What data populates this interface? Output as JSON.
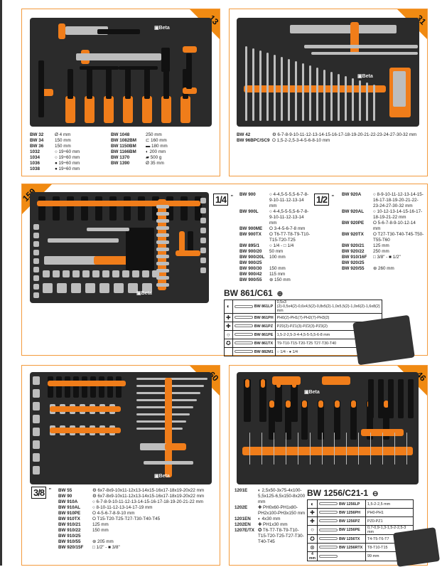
{
  "panels": [
    {
      "badge": "13",
      "specs_left": [
        [
          "BW 32",
          "Ø 4 mm"
        ],
        [
          "BW 34",
          "150 mm"
        ],
        [
          "BW 36",
          "150 mm"
        ],
        [
          "1032",
          "○ 19÷60 mm"
        ],
        [
          "1034",
          "○ 19÷60 mm"
        ],
        [
          "1036",
          "● 19÷60 mm"
        ],
        [
          "1038",
          "● 19÷60 mm"
        ]
      ],
      "specs_right": [
        [
          "BW 1048",
          "250 mm"
        ],
        [
          "BW 1082BM",
          "⊏ 160 mm"
        ],
        [
          "BW 1150BM",
          "▬ 180 mm"
        ],
        [
          "BW 1166BM",
          "◐ 200 mm"
        ],
        [
          "BW 1370",
          "▰ 500 g"
        ],
        [
          "BW 1390",
          "Ø 35 mm"
        ]
      ],
      "logo": "Beta"
    },
    {
      "badge": "31",
      "specs": [
        [
          "BW 42",
          "⚙ 6-7-8-9-10-11-12-13-14-15-16-17-18-19-20-21-22-23-24-27-30-32 mm"
        ],
        [
          "BW 96BPC/SC9",
          "O 1,5-2-2,5-3-4-5-6-8-10 mm"
        ]
      ],
      "logo": "Beta"
    },
    {
      "badge": "159",
      "logo": "Beta",
      "drive_a": "1/4",
      "drive_a_unit": "\"",
      "specs_a": [
        [
          "BW 900",
          "○ 4-4,5-5-5,5-6-7-8-9-10-11-12-13-14 mm"
        ],
        [
          "BW 900L",
          "○ 4-4,5-5-5,5-6-7-8-9-10-11-12-13-14 mm"
        ],
        [
          "BW 900ME",
          "O 3-4-5-6-7-8 mm"
        ],
        [
          "BW 900TX",
          "O T6-T7-T8-T9-T10-T15-T20-T25"
        ],
        [
          "BW 895/1",
          "○ 1/4 - □ 1/4"
        ],
        [
          "BW 900/20",
          "50 mm"
        ],
        [
          "BW 900/20L",
          "100 mm"
        ],
        [
          "BW 900/25",
          ""
        ],
        [
          "BW 900/30",
          "150 mm"
        ],
        [
          "BW 900/42",
          "115 mm"
        ],
        [
          "BW 900/55",
          "⊛ 150 mm"
        ]
      ],
      "drive_b": "1/2",
      "drive_b_unit": "\"",
      "specs_b": [
        [
          "BW 920A",
          "○ 8-9-10-11-12-13-14-15-16-17-18-19-20-21-22-23-24-27-30-32 mm"
        ],
        [
          "BW 920AL",
          "○ 10-12-13-14-15-16-17-18-19-21-22 mm"
        ],
        [
          "BW 920PE",
          "O 5-6-7-8-9-10-12-14 mm"
        ],
        [
          "BW 920TX",
          "O T27-T30-T40-T45-T50-T55-T60"
        ],
        [
          "BW 920/21",
          "125 mm"
        ],
        [
          "BW 920/22",
          "250 mm"
        ],
        [
          "BW 910/16F",
          "□ 3/8\" - ■ 1/2\""
        ],
        [
          "BW 920/25",
          ""
        ],
        [
          "BW 920/55",
          "⊛ 260 mm"
        ]
      ],
      "bitset": {
        "title": "BW 861/C61",
        "title_icon": "⊕",
        "rows": [
          [
            "◐",
            "BW 861LP",
            "0,5x3 (2)-0,5x4(2)-0,6x4,5(2)-0,8x5(2)-1,0x5,5(2)-1,0x6(2)-1,6x8(2) mm"
          ],
          [
            "✚",
            "BW 861PH",
            "PH0(2)-PH1(7)-PH2(7)-PH3(2)"
          ],
          [
            "✚",
            "BW 861PZ",
            "PZ0(2)-PZ1(3)-PZ2(3)-PZ3(2)"
          ],
          [
            "○",
            "BW 861PE",
            "1,5-2-2,5-3-4-4,5-5-5,5-6-8 mm"
          ],
          [
            "✪",
            "BW 861TX",
            "T9-T10-T15-T20-T25 T27-T30-T40"
          ],
          [
            "",
            "BW 882M1",
            "○ 1/4 - ● 1/4"
          ]
        ]
      }
    },
    {
      "badge": "60",
      "logo": "Beta",
      "drive": "3/8",
      "drive_unit": "\"",
      "specs": [
        [
          "BW 55",
          "⚙ 6x7-8x9-10x11-12x13-14x15-16x17-18x19-20x22 mm"
        ],
        [
          "BW 90",
          "⚙ 6x7-8x9-10x11-12x13-14x15-16x17-18x19-20x22 mm"
        ],
        [
          "BW 910A",
          "○ 6-7-8-9-10-11-12-13-14-15-16-17-18-19-20-21-22 mm"
        ],
        [
          "BW 910AL",
          "○ 8-10-11-12-13-14-17-19 mm"
        ],
        [
          "BW 910PE",
          "O 4-5-6-7-8-9-10 mm"
        ],
        [
          "BW 910TX",
          "O T15-T20-T25-T27-T30-T40-T45"
        ],
        [
          "BW 910/21",
          "125 mm"
        ],
        [
          "BW 910/22",
          "150 mm"
        ],
        [
          "BW 910/25",
          ""
        ],
        [
          "BW 910/55",
          "⊛ 205 mm"
        ],
        [
          "BW 920/15F",
          "□ 1/2\" - ■ 3/8\""
        ]
      ]
    },
    {
      "badge": "46",
      "logo": "Beta",
      "specs": [
        [
          "1201E",
          "◐ 2,5x50-3x75-4x100-5,5x125-6,5x150-8x200 mm"
        ],
        [
          "1202E",
          "✚ PH0x60-PH1x80-PH2x100-PH3x150 mm"
        ],
        [
          "1201EN",
          "◐ 4x30 mm"
        ],
        [
          "1202EN",
          "✚ PH1x30 mm"
        ],
        [
          "1207E/TX",
          "✪ T6-T7-T8-T9-T10-T15-T20-T25-T27-T30-T40-T45"
        ]
      ],
      "bitset": {
        "title": "BW 1256/C21-1",
        "title_icon": "⊖",
        "rows": [
          [
            "◐",
            "BW 1256LP",
            "1,5-2-2,5 mm"
          ],
          [
            "✚",
            "BW 1256PH",
            "PH0-PH1"
          ],
          [
            "✚",
            "BW 1256PZ",
            "PZ0-PZ1"
          ],
          [
            "○",
            "BW 1256PE",
            "0,7-0,9-1,3-1,5-2-2,5-3 mm"
          ],
          [
            "✪",
            "BW 1256TX",
            "T4-T5-T6-T7"
          ],
          [
            "⊛",
            "BW 1256RTX",
            "T8-T10-T15"
          ],
          [
            "4 mm",
            "",
            "99 mm"
          ]
        ]
      }
    }
  ],
  "colors": {
    "accent": "#f08a12",
    "border": "#f39a3c",
    "tray": "#2b2b2b"
  }
}
